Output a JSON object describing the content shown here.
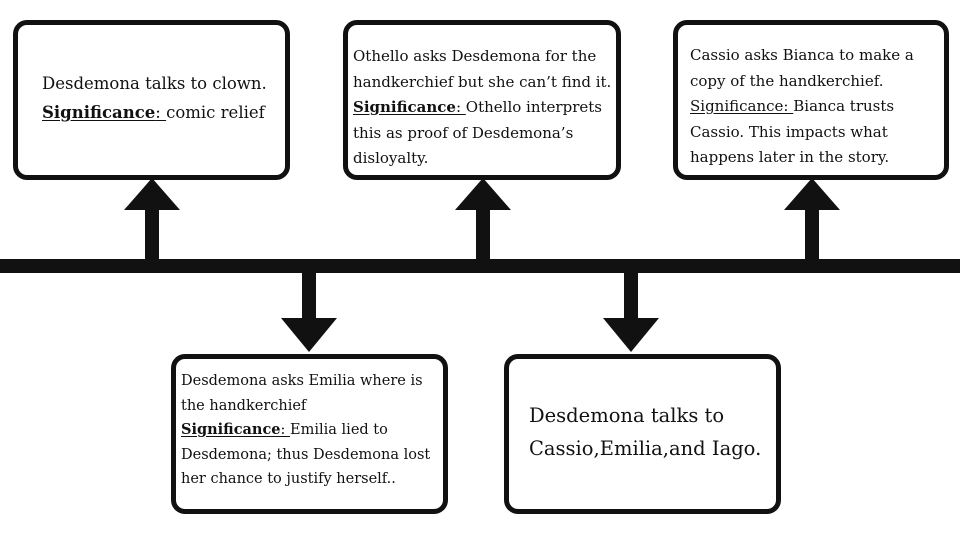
{
  "events": [
    {
      "text": "Desdemona talks to clown.",
      "sig_label": "Significance",
      "sig_colon": ": ",
      "sig_text": "comic relief"
    },
    {
      "text": "Othello asks Desdemona for the handkerchief but she can’t find it.",
      "sig_label": "Significance",
      "sig_colon": ": ",
      "sig_text": "Othello interprets this as proof of Desdemona’s disloyalty."
    },
    {
      "text": "Cassio asks Bianca to make a copy of the handkerchief.",
      "sig_label": "Significance",
      "sig_colon": ": ",
      "sig_text": "Bianca trusts Cassio. This impacts what happens later in the story."
    },
    {
      "text": "Desdemona asks Emilia where is the handkerchief",
      "sig_label": "Significance",
      "sig_colon": ": ",
      "sig_text": "Emilia lied to Desdemona; thus Desdemona lost her chance to justify herself.."
    },
    {
      "text": "Desdemona talks to Cassio,Emilia,and Iago."
    }
  ],
  "colors": {
    "line": "#111111",
    "box_border": "#111111",
    "background": "#ffffff"
  }
}
